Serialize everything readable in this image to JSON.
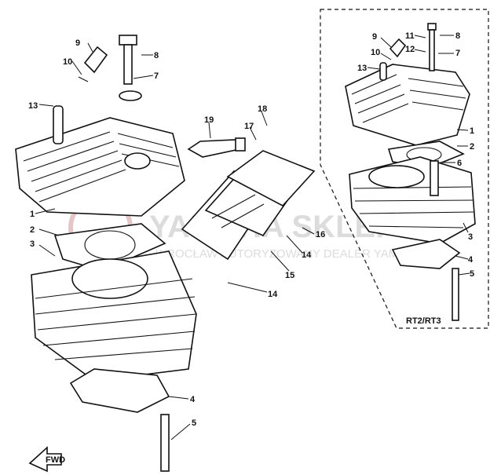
{
  "watermark": {
    "brand": "YAMAHA SKLEP",
    "tagline": "WROCŁAW AUTORYZOWANY DEALER YAMAHA"
  },
  "inset": {
    "label": "RT2/RT3",
    "callouts": [
      "11",
      "8",
      "9",
      "12",
      "7",
      "10",
      "13",
      "1",
      "2",
      "6",
      "3",
      "4",
      "5"
    ]
  },
  "main": {
    "callouts": [
      "9",
      "8",
      "10",
      "7",
      "13",
      "18",
      "19",
      "17",
      "1",
      "16",
      "2",
      "3",
      "14",
      "15",
      "14",
      "4",
      "5"
    ]
  },
  "colors": {
    "ink": "#111111",
    "watermark": "#d9d9d9",
    "background": "#ffffff"
  },
  "icons": [
    "front-arrow-icon"
  ],
  "arrow_text": "FWD"
}
